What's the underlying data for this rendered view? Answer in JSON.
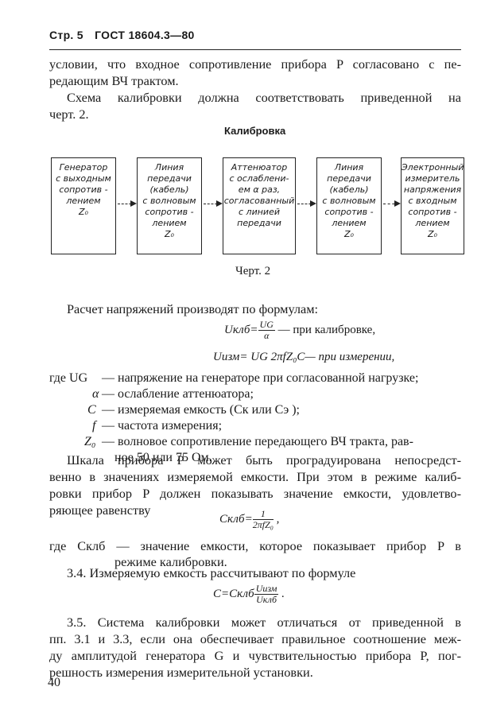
{
  "header": {
    "page_label": "Стр. 5",
    "standard": "ГОСТ 18604.3—80"
  },
  "intro": {
    "line1": "условии, что входное сопротивление  прибора P согласовано с пе-",
    "line2": "редающим ВЧ трактом.",
    "line3": "Схема калибровки  должна  соответствовать  приведенной  на",
    "line4": "черт. 2."
  },
  "diagram": {
    "title": "Калибровка",
    "boxes": [
      {
        "lines": [
          "Генератор",
          "с выходным",
          "сопротив -",
          "лением",
          "Z₀"
        ]
      },
      {
        "lines": [
          "Линия",
          "передачи",
          "(кабель)",
          "с волновым",
          "сопротив -",
          "лением",
          "Z₀"
        ]
      },
      {
        "lines": [
          "Аттенюатор",
          "с ослаблени-",
          "ем α раз,",
          "согласованный",
          "с линией",
          "передачи"
        ]
      },
      {
        "lines": [
          "Линия",
          "передачи",
          "(кабель)",
          "с волновым",
          "сопротив -",
          "лением",
          "Z₀"
        ]
      },
      {
        "lines": [
          "Электронный",
          "измеритель",
          "напряжения",
          "с входным",
          "сопротив -",
          "лением",
          "Z₀"
        ]
      }
    ],
    "caption": "Черт. 2"
  },
  "calc": {
    "intro": "Расчет напряжений производят по формулам:",
    "f1_lhs": "Uклб=",
    "f1_num": "UG",
    "f1_den": "α",
    "f1_note": "— при калибровке,",
    "f2": "Uизм= UG 2πfZ₀C—  при  измерении,",
    "defs": [
      {
        "sym": "где UG",
        "text": "— напряжение на генераторе при согласованной нагрузке;"
      },
      {
        "sym": "α",
        "text": "— ослабление аттенюатора;"
      },
      {
        "sym": "C",
        "text": "— измеряемая емкость (Cк  или Cэ );"
      },
      {
        "sym": "f",
        "text": "— частота измерения;"
      },
      {
        "sym": "Z₀",
        "text": "— волновое сопротивление  передающего ВЧ тракта, рав-"
      }
    ],
    "defs_tail": "ное 50 или 75 Ом."
  },
  "scale": {
    "line1": "Шкала прибора P может быть проградуирована    непосредст-",
    "line2": "венно в значениях измеряемой емкости. При этом в режиме калиб-",
    "line3": "ровки прибор P должен показывать значение емкости, удовлетво-",
    "line4": "ряющее равенству",
    "f3_lhs": "Cклб=",
    "f3_num": "1",
    "f3_den": "2πfZ₀",
    "f3_tail": ",",
    "line5": "где Cклб — значение  емкости,   которое   показывает  прибор P в",
    "line6": "режиме калибровки."
  },
  "s34": {
    "line": "3.4. Измеряемую емкость рассчитывают по формуле",
    "f4_lhs": "C=Cклб",
    "f4_num": "Uизм",
    "f4_den": "Uклб",
    "f4_tail": "."
  },
  "s35": {
    "line1": "3.5. Система калибровки может отличаться от приведенной  в",
    "line2": "пп. 3.1 и 3.3, если она обеспечивает правильное соотношение меж-",
    "line3": "ду амплитудой генератора G и чувствительностью прибора P, пог-",
    "line4": "решность измерения измерительной установки."
  },
  "footer": {
    "page_number": "40"
  }
}
